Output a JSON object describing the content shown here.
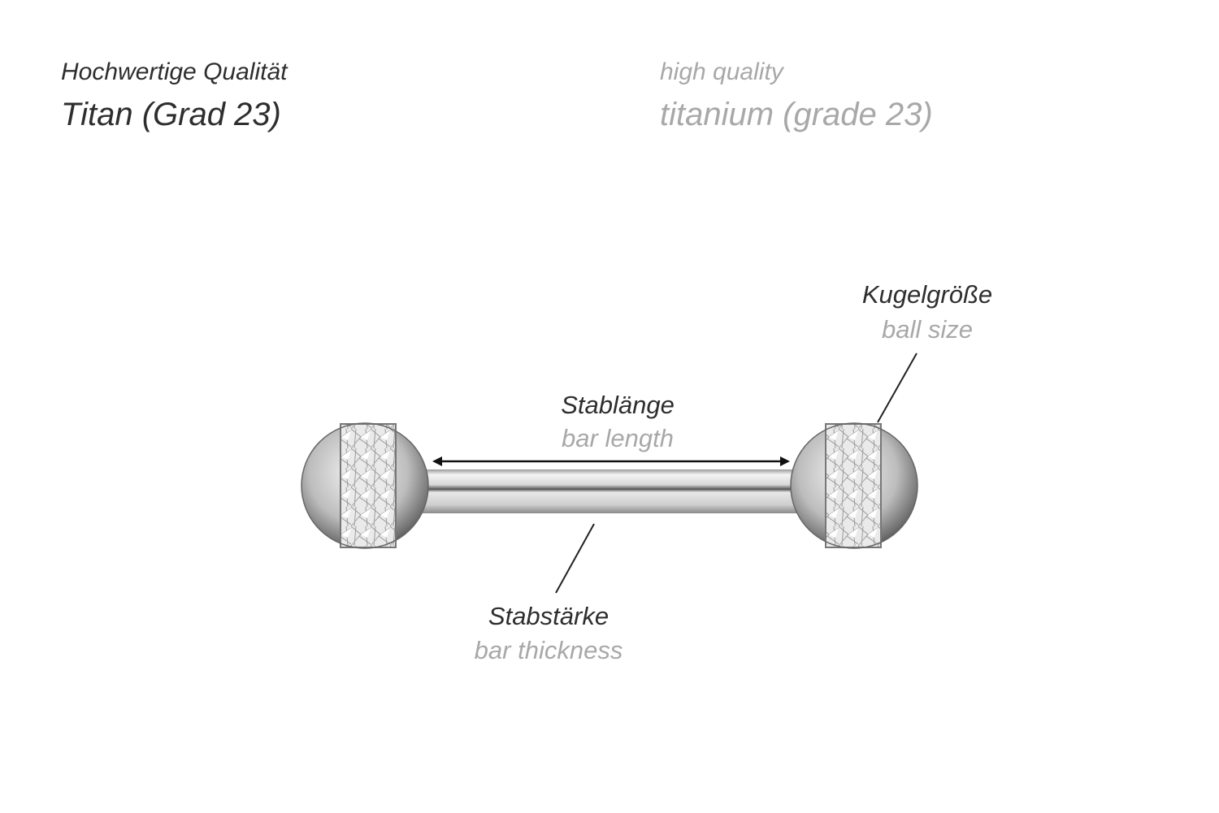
{
  "header": {
    "de_quality": "Hochwertige Qualität",
    "de_material": "Titan (Grad 23)",
    "en_quality": "high quality",
    "en_material": "titanium (grade 23)"
  },
  "labels": {
    "ball_size": {
      "de": "Kugelgröße",
      "en": "ball size"
    },
    "bar_length": {
      "de": "Stablänge",
      "en": "bar length"
    },
    "bar_thickness": {
      "de": "Stabstärke",
      "en": "bar thickness"
    }
  },
  "colors": {
    "de_text": "#2e2e2e",
    "en_text": "#a8a8a8"
  }
}
